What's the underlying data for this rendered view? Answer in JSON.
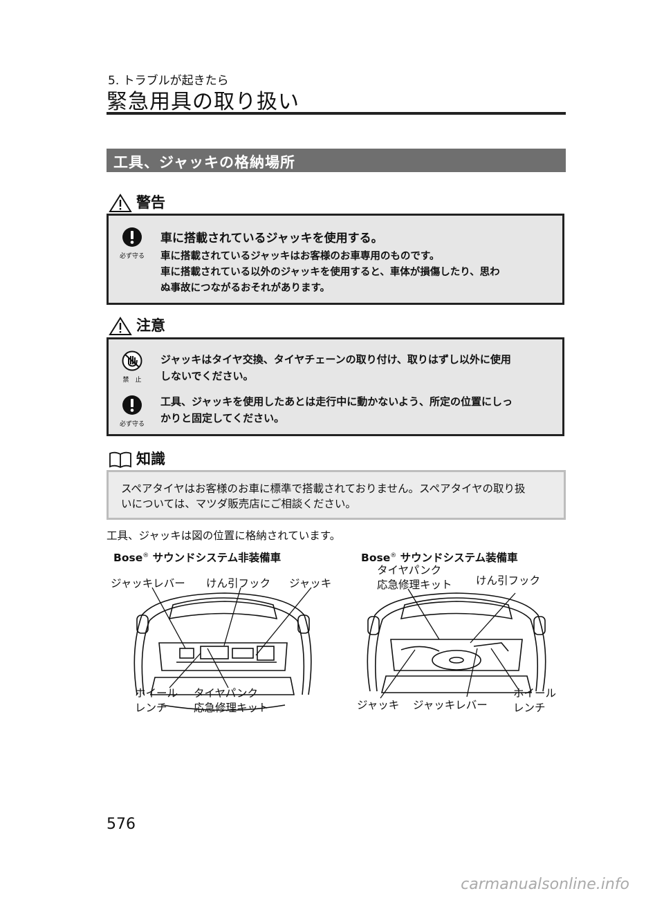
{
  "header": {
    "chapter": "5. トラブルが起きたら",
    "title": "緊急用具の取り扱い"
  },
  "section": {
    "title": "工具、ジャッキの格納場所"
  },
  "warning": {
    "heading": "警告",
    "symbol_caption": "必ず守る",
    "lead": "車に搭載されているジャッキを使用する。",
    "lines": [
      "車に搭載されているジャッキはお客様のお車専用のものです。",
      "車に搭載されている以外のジャッキを使用すると、車体が損傷したり、思わ",
      "ぬ事故につながるおそれがあります。"
    ]
  },
  "caution": {
    "heading": "注意",
    "items": [
      {
        "symbol_caption": "禁　止",
        "lines": [
          "ジャッキはタイヤ交換、タイヤチェーンの取り付け、取りはずし以外に使用",
          "しないでください。"
        ]
      },
      {
        "symbol_caption": "必ず守る",
        "lines": [
          "工具、ジャッキを使用したあとは走行中に動かないよう、所定の位置にしっ",
          "かりと固定してください。"
        ]
      }
    ]
  },
  "knowledge": {
    "heading": "知識",
    "lines": [
      "スペアタイヤはお客様のお車に標準で搭載されておりません。スペアタイヤの取り扱",
      "いについては、マツダ販売店にご相談ください。"
    ]
  },
  "intro": "工具、ジャッキは図の位置に格納されています。",
  "figures": {
    "left": {
      "brand": "Bose",
      "reg": "®",
      "title": "サウンドシステム非装備車",
      "labels": {
        "jack_lever": "ジャッキレバー",
        "tow_hook": "けん引フック",
        "jack": "ジャッキ",
        "wheel_wrench_1": "ホイール",
        "wheel_wrench_2": "レンチ",
        "repair_kit_1": "タイヤパンク",
        "repair_kit_2": "応急修理キット"
      }
    },
    "right": {
      "brand": "Bose",
      "reg": "®",
      "title": "サウンドシステム装備車",
      "labels": {
        "repair_kit_1": "タイヤパンク",
        "repair_kit_2": "応急修理キット",
        "tow_hook": "けん引フック",
        "jack": "ジャッキ",
        "jack_lever": "ジャッキレバー",
        "wheel_wrench_1": "ホイール",
        "wheel_wrench_2": "レンチ"
      }
    }
  },
  "page_number": "576",
  "watermark": "carmanualsonline.info"
}
